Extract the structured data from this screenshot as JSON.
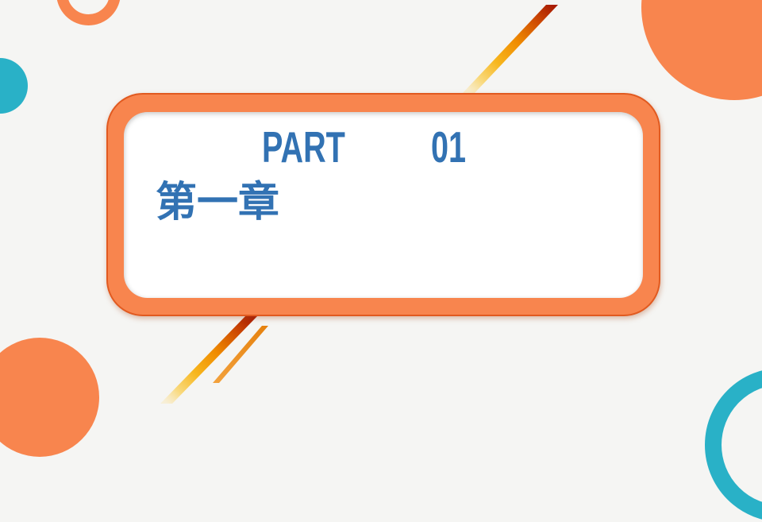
{
  "slide": {
    "heading": {
      "part_label": "PART",
      "part_number": "01"
    },
    "chapter_title": "第一章",
    "colors": {
      "background": "#F5F5F3",
      "accent_orange": "#F8854E",
      "accent_orange_dark": "#E15A20",
      "accent_teal": "#29B1C7",
      "title_blue": "#3272B3",
      "gradient_line_red": "#A81C04",
      "gradient_line_orange": "#F08C00",
      "gradient_line_gold": "#F7B71E",
      "gradient_line_pale": "#FAE7B4",
      "thin_line_orange": "#EE8C1E",
      "card_fill": "#FFFFFF"
    }
  }
}
